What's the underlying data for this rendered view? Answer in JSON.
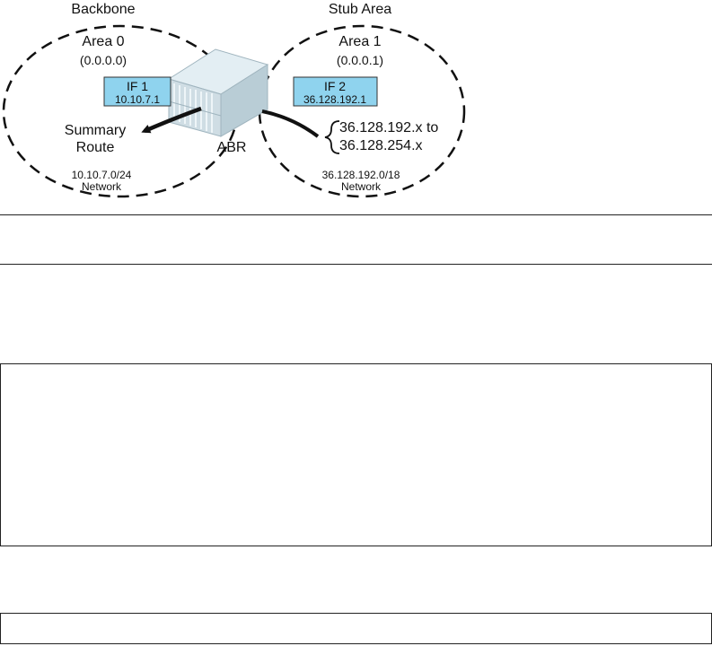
{
  "diagram": {
    "backbone": {
      "heading": "Backbone",
      "area_name": "Area 0",
      "area_id": "(0.0.0.0)",
      "interface_name": "IF 1",
      "interface_ip": "10.10.7.1",
      "network_cidr": "10.10.7.0/24",
      "network_label": "Network",
      "summary_line1": "Summary",
      "summary_line2": "Route"
    },
    "stub": {
      "heading": "Stub Area",
      "area_name": "Area 1",
      "area_id": "(0.0.0.1)",
      "interface_name": "IF 2",
      "interface_ip": "36.128.192.1",
      "network_cidr": "36.128.192.0/18",
      "network_label": "Network",
      "range_line1": "36.128.192.x to",
      "range_line2": "36.128.254.x"
    },
    "router_label": "ABR"
  },
  "colors": {
    "interface_fill": "#8fd3ee",
    "router_top": "#e3eef3",
    "router_side": "#b9cdd6",
    "router_front": "#cfdde4",
    "line": "#111111"
  }
}
